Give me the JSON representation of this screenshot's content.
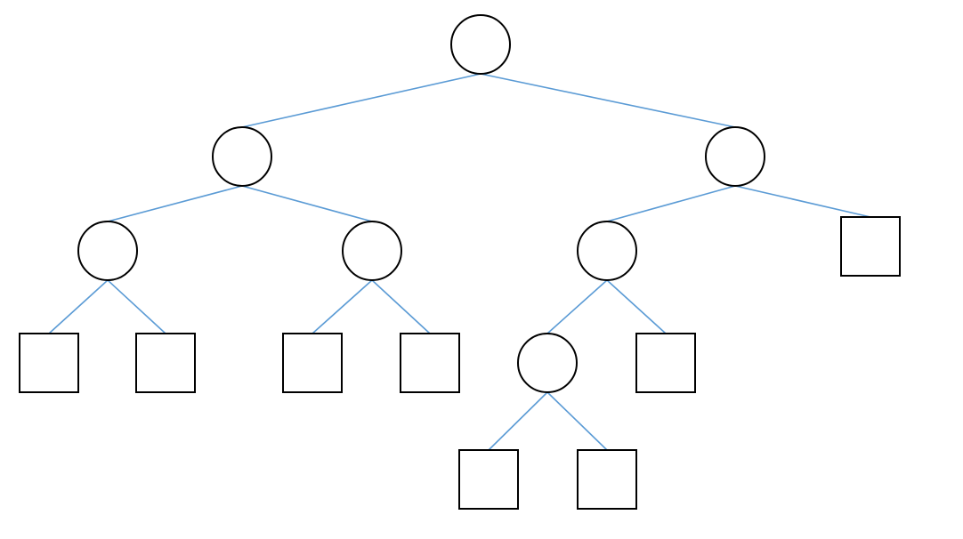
{
  "diagram": {
    "kind": "binary-tree",
    "colors": {
      "background": "#ffffff",
      "node_stroke": "#000000",
      "edge_stroke": "#5b9bd5"
    },
    "nodes": [
      {
        "id": "n1",
        "shape": "circle"
      },
      {
        "id": "n2",
        "shape": "circle"
      },
      {
        "id": "n3",
        "shape": "circle"
      },
      {
        "id": "n4",
        "shape": "circle"
      },
      {
        "id": "n5",
        "shape": "circle"
      },
      {
        "id": "n6",
        "shape": "circle"
      },
      {
        "id": "n7",
        "shape": "square"
      },
      {
        "id": "n8",
        "shape": "square"
      },
      {
        "id": "n9",
        "shape": "square"
      },
      {
        "id": "n10",
        "shape": "square"
      },
      {
        "id": "n11",
        "shape": "square"
      },
      {
        "id": "n12",
        "shape": "circle"
      },
      {
        "id": "n13",
        "shape": "square"
      },
      {
        "id": "n14",
        "shape": "square"
      },
      {
        "id": "n15",
        "shape": "square"
      }
    ],
    "edges": [
      {
        "from": "n1",
        "to": "n2"
      },
      {
        "from": "n1",
        "to": "n3"
      },
      {
        "from": "n2",
        "to": "n4"
      },
      {
        "from": "n2",
        "to": "n5"
      },
      {
        "from": "n3",
        "to": "n6"
      },
      {
        "from": "n3",
        "to": "n7"
      },
      {
        "from": "n4",
        "to": "n8"
      },
      {
        "from": "n4",
        "to": "n9"
      },
      {
        "from": "n5",
        "to": "n10"
      },
      {
        "from": "n5",
        "to": "n11"
      },
      {
        "from": "n6",
        "to": "n12"
      },
      {
        "from": "n6",
        "to": "n13"
      },
      {
        "from": "n12",
        "to": "n14"
      },
      {
        "from": "n12",
        "to": "n15"
      }
    ]
  }
}
